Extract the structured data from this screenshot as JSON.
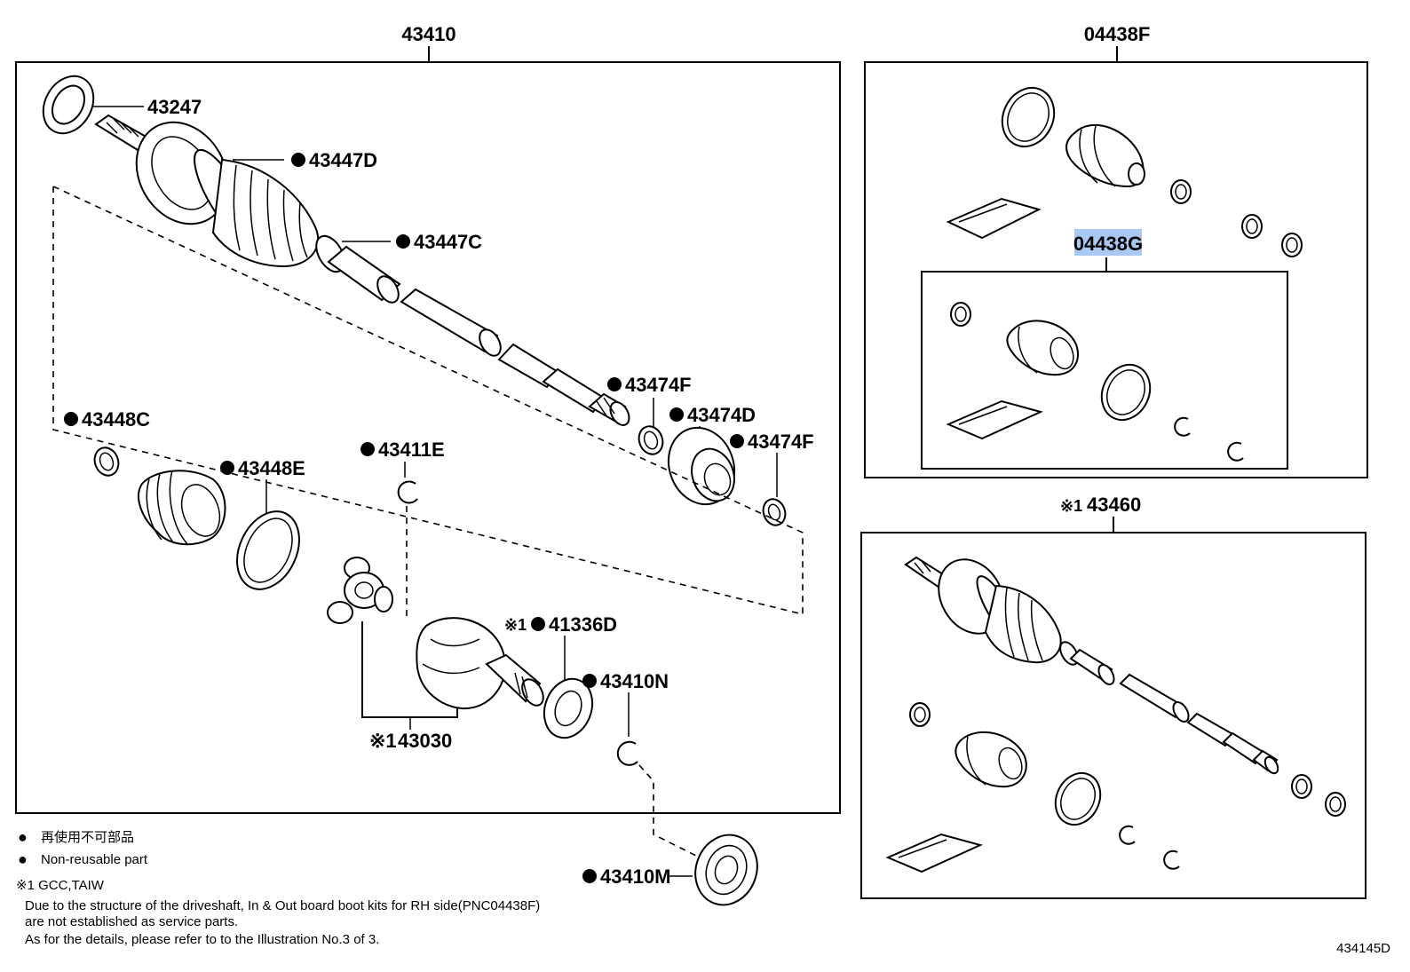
{
  "main_assembly": {
    "number": "43410",
    "parts": {
      "p43247": "43247",
      "p43447D": "43447D",
      "p43447C": "43447C",
      "p43474F_a": "43474F",
      "p43474D": "43474D",
      "p43474F_b": "43474F",
      "p43448C": "43448C",
      "p43448E": "43448E",
      "p43411E": "43411E",
      "p41336D": "41336D",
      "p43410N": "43410N",
      "p43030": "43030",
      "p43410M": "43410M"
    }
  },
  "kit_assembly": {
    "number": "04438F",
    "sub_kit": "04438G"
  },
  "alt_assembly": {
    "number": "43460"
  },
  "marks": {
    "note_mark": "※1",
    "bullet": "●"
  },
  "legend": {
    "jp": "再使用不可部品",
    "en": "Non-reusable part",
    "note_label": "※1 GCC,TAIW",
    "note_lines": [
      "Due to the structure of the driveshaft, In & Out board  boot kits for RH side(PNC04438F)",
      "are not established as service parts.",
      "As for the details, please refer to to the Illustration No.3 of 3."
    ]
  },
  "illustration_id": "434145D",
  "colors": {
    "highlight": "#a9c9f2"
  }
}
